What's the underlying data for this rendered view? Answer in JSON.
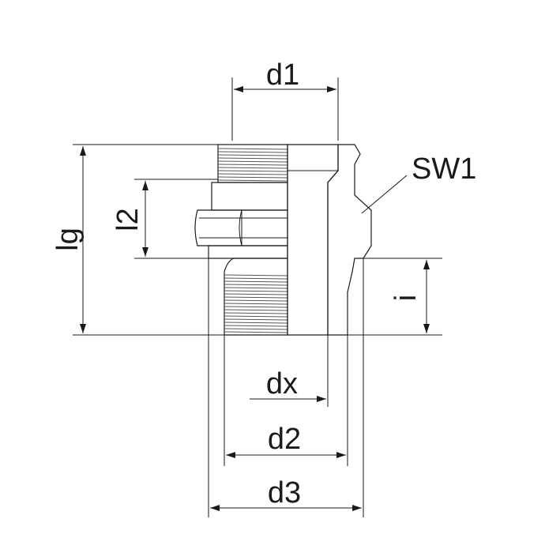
{
  "labels": {
    "d1": "d1",
    "lg": "lg",
    "l2": "l2",
    "sw1": "SW1",
    "i": "i",
    "dx": "dx",
    "d2": "d2",
    "d3": "d3"
  },
  "colors": {
    "line": "#1a1a1a",
    "body_fill": "#d4d4d4",
    "section_fill": "#bfbfbf",
    "hatch": "#4a4a4a",
    "background": "#ffffff"
  }
}
